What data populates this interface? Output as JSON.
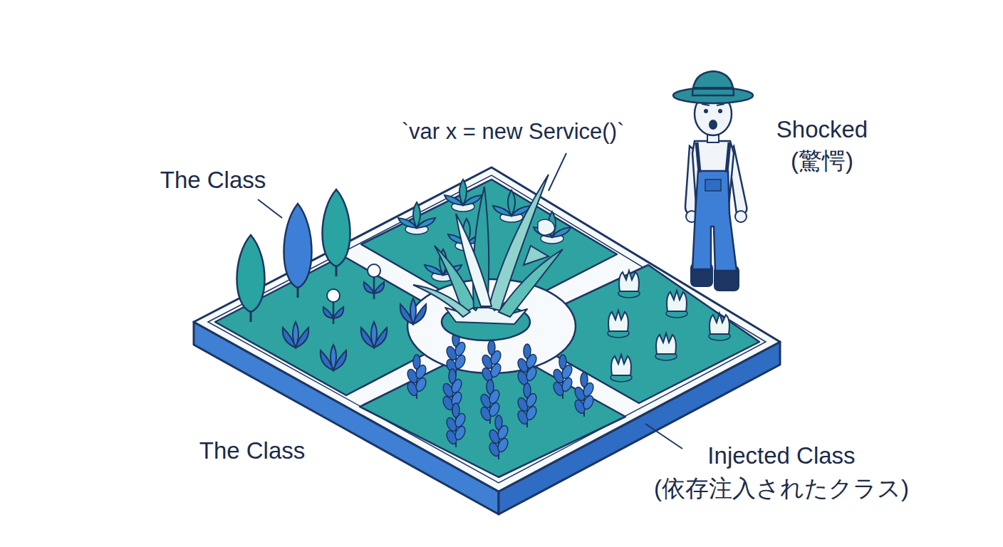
{
  "diagram": {
    "labels": [
      "`var x = new Service()`",
      "Shocked (驚愕)",
      "The Class",
      "The Class",
      "Injected Class (依存注入されたクラス)"
    ]
  }
}
